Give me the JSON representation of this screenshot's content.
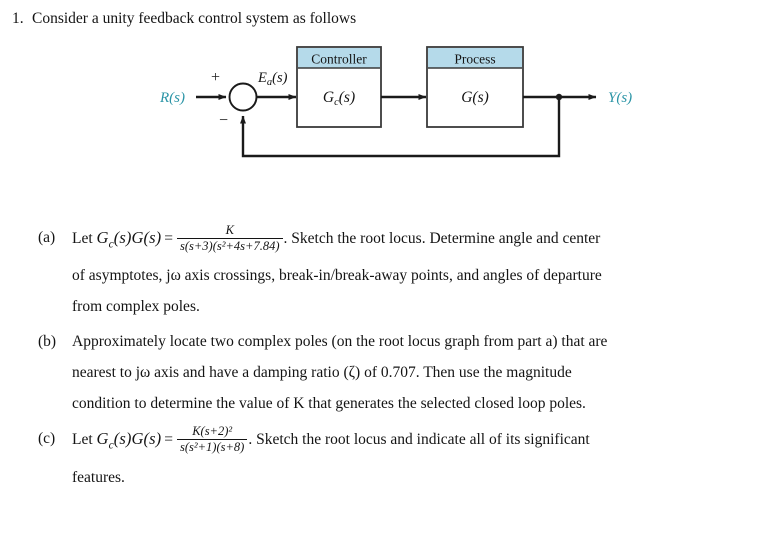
{
  "question": {
    "number": "1.",
    "prompt": "Consider a unity feedback control system as follows"
  },
  "diagram": {
    "name": "unity-feedback-control-block-diagram",
    "input_label": "R(s)",
    "output_label": "Y(s)",
    "error_label": "E",
    "error_sub": "a",
    "error_suffix": "(s)",
    "plus_sign": "+",
    "minus_sign": "−",
    "blocks": [
      {
        "header": "Controller",
        "body": "G",
        "body_sub": "c",
        "body_suffix": "(s)"
      },
      {
        "header": "Process",
        "body": "G",
        "body_sub": "",
        "body_suffix": "(s)"
      }
    ],
    "colors": {
      "signal_label": "#2a94a6",
      "header_fill": "#b5daea",
      "line": "#1a1a1a",
      "block_fill": "#ffffff"
    }
  },
  "parts": [
    {
      "label": "(a)",
      "lead": "Let",
      "function": "G_c(s)G(s)",
      "equals": "=",
      "fraction": {
        "numerator": "K",
        "denominator": "s(s+3)(s²+4s+7.84)"
      },
      "tail": ". Sketch the root locus. Determine angle and center of asymptotes, jω axis crossings, break-in/break-away points, and angles of departure from complex poles.",
      "text_line_1": ". Sketch the root locus. Determine angle and center",
      "text_line_2": "of asymptotes, jω axis crossings, break-in/break-away points, and angles of departure",
      "text_line_3": "from complex poles."
    },
    {
      "label": "(b)",
      "text_line_1": "Approximately locate two complex poles (on the root locus graph from part a) that are",
      "text_line_2": "nearest to jω axis and have a damping ratio (ζ) of 0.707. Then use the magnitude",
      "text_line_3": "condition to determine the value of K that generates the selected closed loop poles."
    },
    {
      "label": "(c)",
      "lead": "Let",
      "function": "G_c(s)G(s)",
      "equals": "=",
      "fraction": {
        "numerator": "K(s+2)²",
        "denominator": "s(s²+1)(s+8)"
      },
      "text_line_1": ". Sketch the root locus and indicate all of its significant",
      "text_line_2": "features."
    }
  ]
}
